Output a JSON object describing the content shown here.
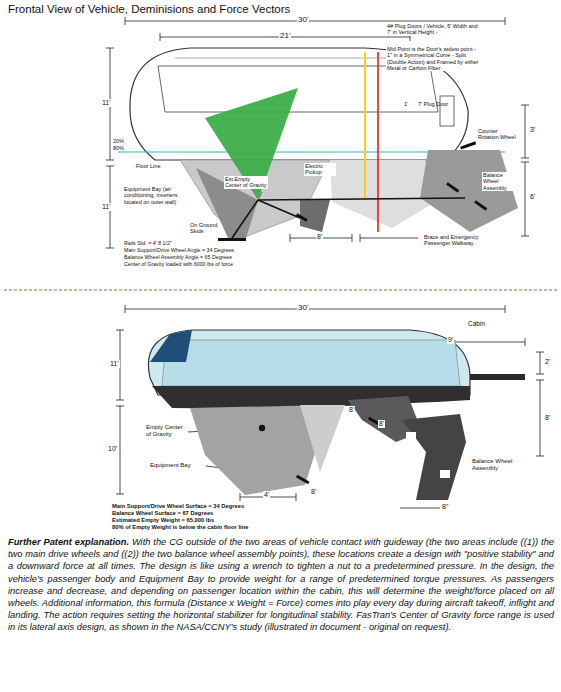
{
  "diagram": {
    "title": "Frontal View of Vehicle, Deminisions and Force Vectors",
    "caption": "Further Patent explanation. With the CG outside of the two areas of vehicle contact with guideway (the two areas include ((1)) the two main drive wheels and ((2)) the two balance wheel assembly points), these locations create a design with \"positive stability\" and a downward force at all times. The design is like using a wrench to tighten a nut to a predetermined pressure. In the design, the vehicle's passenger body and Equipment Bay to provide weight for a range of predetermined torque pressures. As passengers increase and decrease, and depending on passenger location within the cabin, this will determine the weight/force placed on all wheels. Additional information, this formula (Distance x Weight = Force) comes into play every day during aircraft takeoff, inflight and landing. The action requires setting the horizontal stabilizer for longitudinal stability. FasTran's Center of Gravity force range is used in its lateral axis design, as shown in the NASA/CCNY's study (illustrated in document - original on request).",
    "labels": [
      "30'",
      "21'",
      "4# Plug Doors / Vehicle, 5' Width and 7' in Vertical Height -",
      "Mid Point is the Door's widest point - 1\" in a Symmetrical Curve - Split (Double Action) and Framed by either Metal or Carbon Fiber",
      "1'",
      "7' Plug Door",
      "11'",
      "20%",
      "80%",
      "3'",
      "Floor Line",
      "Counter Rotation Wheel",
      "Electric Pickup",
      "Est.Empty Center of Gravity",
      "6'",
      "11'",
      "Equipment Bay (air conditioning, inverters located on outer wall)",
      "Balance Wheel Assembly",
      "On Ground Skids",
      "Rails Std. = 4' 8 1/2\"",
      "Main Support/Drive Wheel Angle = 34 Degrees",
      "Balance Wheel Assembly Angle = 65 Degrees",
      "Center of Gravity loaded with 6000 lbs of force",
      "8'",
      "Brace and Emergency Passenger Walkway",
      "30'",
      "Cabin",
      "9'",
      "11'",
      "2'",
      "8'",
      "8'",
      "10'",
      "Empty Center of Gravity",
      "Equipment Bay",
      "8'",
      "Balance Wheel Assembly",
      "4'",
      "8'",
      "8\"",
      "Main Support/Drive Wheel Surface = 34 Degrees",
      "Balance Wheel Surface = 67 Degrees",
      "Estimated Empty Weight = 65,000 lbs",
      "80% of Empty Weight is below the cabin floor line"
    ]
  }
}
